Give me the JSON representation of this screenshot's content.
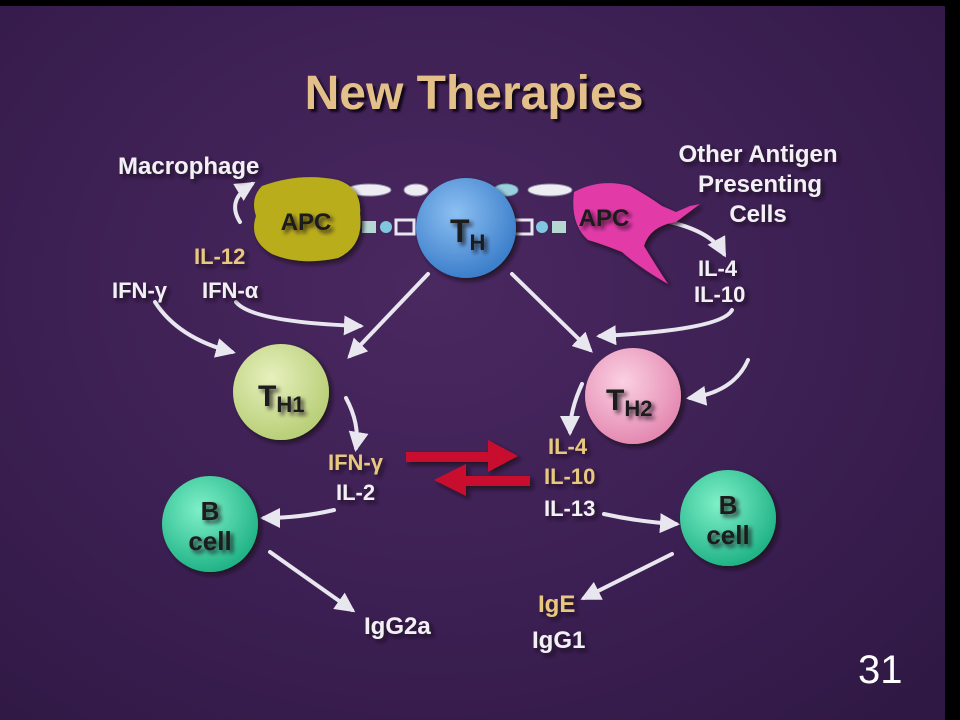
{
  "title": "New Therapies",
  "slide_number": "31",
  "colors": {
    "background": "#3b1f52",
    "title": "#e3c08a",
    "white_label": "#f2f0f5",
    "yellow_label": "#e8c77f",
    "apc_macrophage": "#b9ad1d",
    "apc_other": "#e23aa8",
    "th_cell": "#5a9be0",
    "th1_cell": "#cfe098",
    "th2_cell": "#f2a8c8",
    "b_cell": "#3fd3a2",
    "inhibit_arrow": "#c8102e",
    "arrow": "#e8e6ee"
  },
  "nodes": {
    "macrophage": "Macrophage",
    "apc_left": "APC",
    "th": {
      "main": "T",
      "sub": "H"
    },
    "apc_right": "APC",
    "other_apc": [
      "Other Antigen",
      "Presenting",
      "Cells"
    ],
    "th1": {
      "main": "T",
      "sub": "H1"
    },
    "th2": {
      "main": "T",
      "sub": "H2"
    },
    "b_cell_left": [
      "B",
      "cell"
    ],
    "b_cell_right": [
      "B",
      "cell"
    ]
  },
  "cytokines": {
    "il12": "IL-12",
    "ifn_gamma_left": "IFN-γ",
    "ifn_alpha": "IFN-α",
    "il4_top": "IL-4",
    "il10_top": "IL-10",
    "ifn_gamma_th1": "IFN-γ",
    "il2": "IL-2",
    "il4_th2": "IL-4",
    "il10_th2": "IL-10",
    "il13": "IL-13"
  },
  "antibodies": {
    "igg2a": "IgG2a",
    "ige": "IgE",
    "igg1": "IgG1"
  }
}
